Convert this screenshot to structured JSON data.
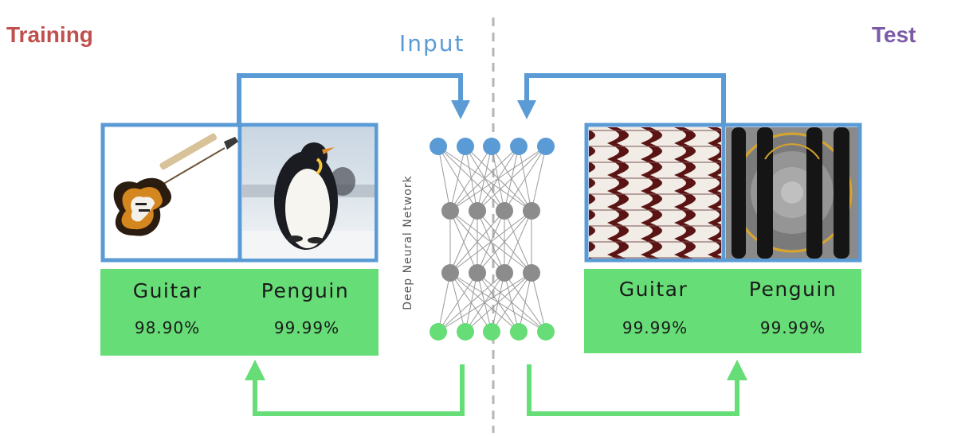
{
  "labels": {
    "training": "Training",
    "test": "Test",
    "input": "Input",
    "network": "Deep Neural Network"
  },
  "training": {
    "results": [
      {
        "class": "Guitar",
        "confidence": "98.90%"
      },
      {
        "class": "Penguin",
        "confidence": "99.99%"
      }
    ]
  },
  "test": {
    "results": [
      {
        "class": "Guitar",
        "confidence": "99.99%"
      },
      {
        "class": "Penguin",
        "confidence": "99.99%"
      }
    ]
  },
  "colors": {
    "training_title": "#c0504d",
    "test_title": "#7b5aa6",
    "input_blue": "#5b9bd5",
    "output_green": "#66dd77",
    "hidden_gray": "#8c8c8c"
  },
  "network_layers": [
    5,
    4,
    4,
    5
  ]
}
